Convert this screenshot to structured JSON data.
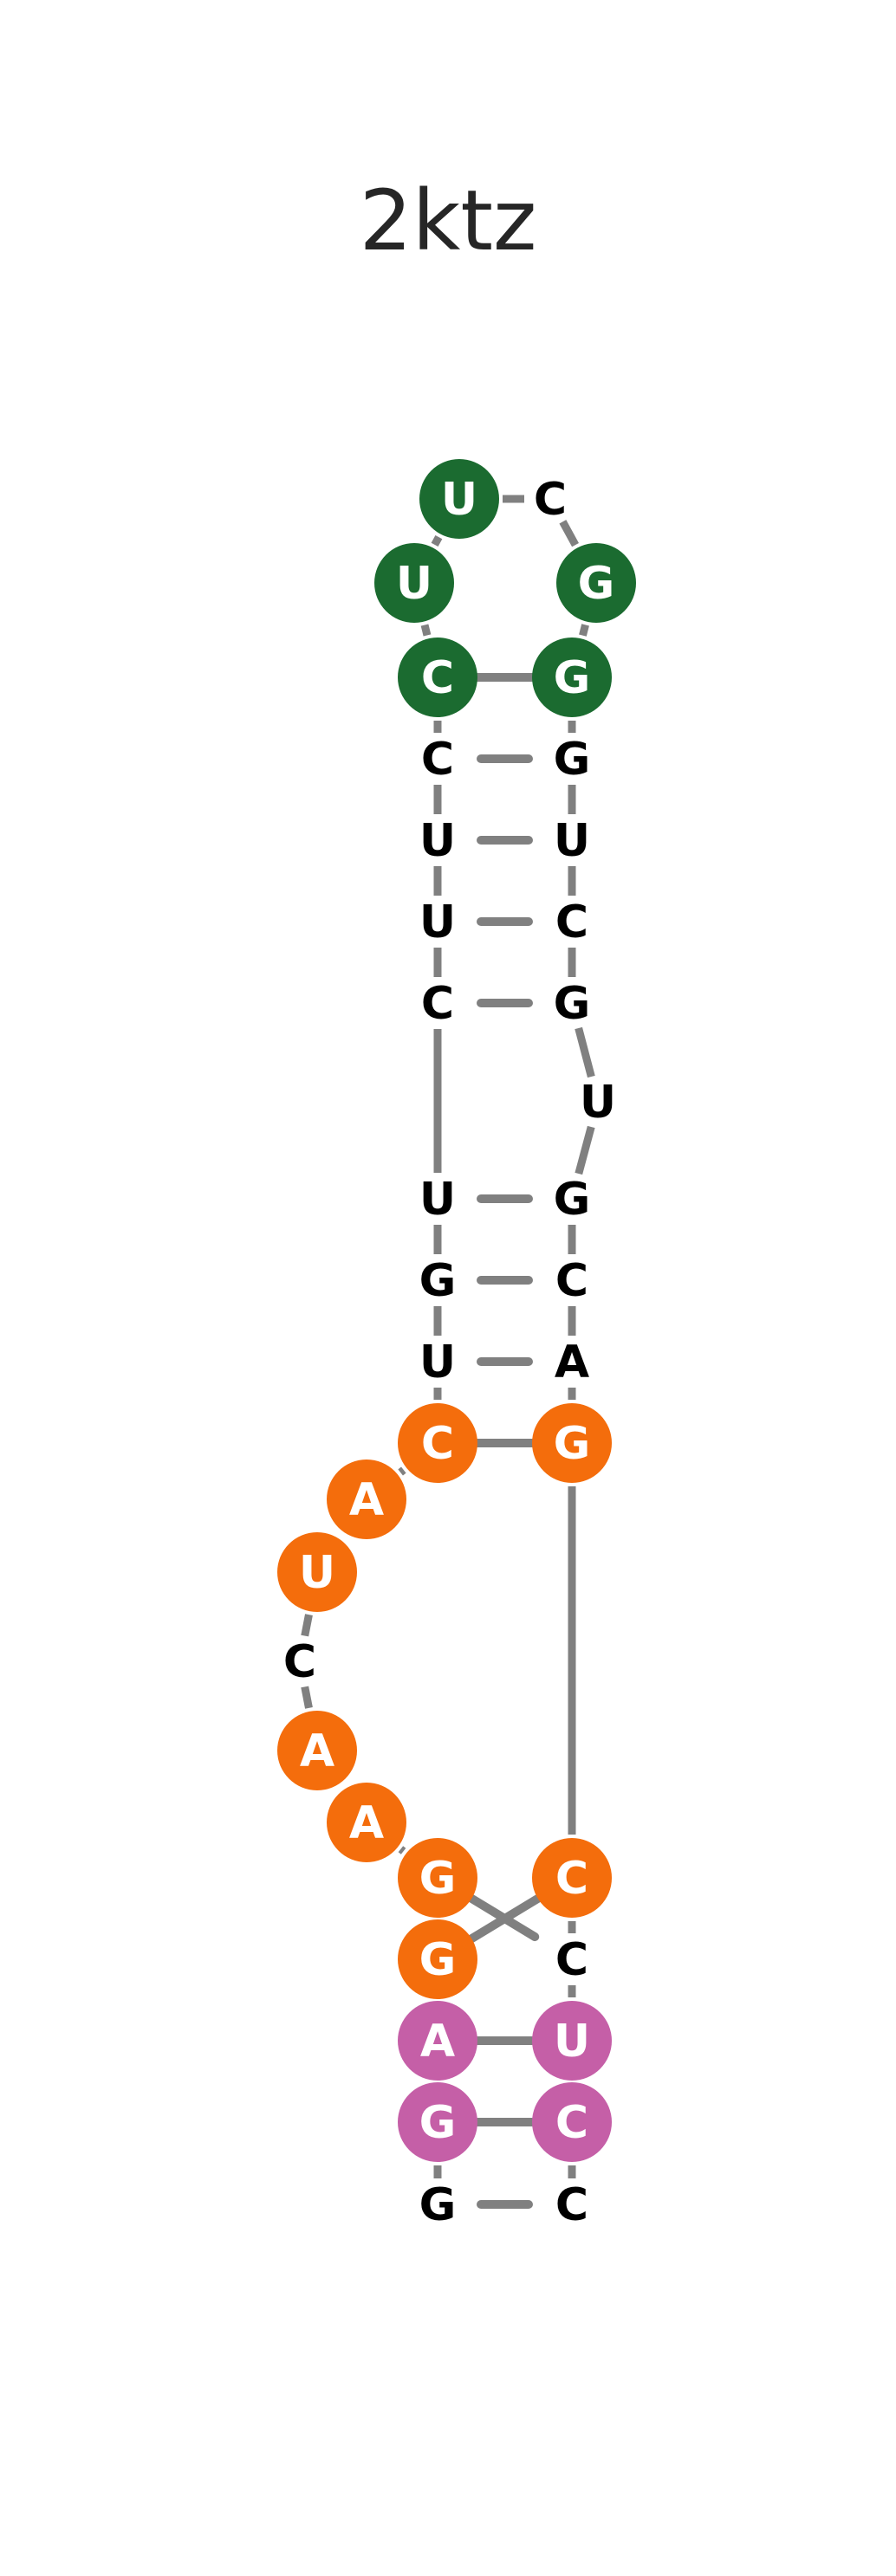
{
  "title": "2ktz",
  "colors": {
    "green": "#1b6b30",
    "orange": "#f46d0c",
    "pink": "#c55fa7",
    "line": "#808080",
    "plain_text": "#000000",
    "circle_text": "#ffffff"
  },
  "nucleotides": [
    {
      "letter": "G",
      "color": "none"
    },
    {
      "letter": "G",
      "color": "pink"
    },
    {
      "letter": "A",
      "color": "pink"
    },
    {
      "letter": "G",
      "color": "orange"
    },
    {
      "letter": "G",
      "color": "orange"
    },
    {
      "letter": "A",
      "color": "orange"
    },
    {
      "letter": "A",
      "color": "orange"
    },
    {
      "letter": "C",
      "color": "none"
    },
    {
      "letter": "U",
      "color": "orange"
    },
    {
      "letter": "A",
      "color": "orange"
    },
    {
      "letter": "C",
      "color": "orange"
    },
    {
      "letter": "U",
      "color": "none"
    },
    {
      "letter": "G",
      "color": "none"
    },
    {
      "letter": "U",
      "color": "none"
    },
    {
      "letter": "C",
      "color": "none"
    },
    {
      "letter": "U",
      "color": "none"
    },
    {
      "letter": "U",
      "color": "none"
    },
    {
      "letter": "C",
      "color": "none"
    },
    {
      "letter": "C",
      "color": "green"
    },
    {
      "letter": "U",
      "color": "green"
    },
    {
      "letter": "U",
      "color": "green"
    },
    {
      "letter": "C",
      "color": "none"
    },
    {
      "letter": "G",
      "color": "green"
    },
    {
      "letter": "G",
      "color": "green"
    },
    {
      "letter": "G",
      "color": "none"
    },
    {
      "letter": "U",
      "color": "none"
    },
    {
      "letter": "C",
      "color": "none"
    },
    {
      "letter": "G",
      "color": "none"
    },
    {
      "letter": "U",
      "color": "none"
    },
    {
      "letter": "G",
      "color": "none"
    },
    {
      "letter": "C",
      "color": "none"
    },
    {
      "letter": "A",
      "color": "none"
    },
    {
      "letter": "G",
      "color": "orange"
    },
    {
      "letter": "C",
      "color": "orange"
    },
    {
      "letter": "C",
      "color": "none"
    },
    {
      "letter": "U",
      "color": "pink"
    },
    {
      "letter": "C",
      "color": "pink"
    },
    {
      "letter": "C",
      "color": "none"
    }
  ],
  "pairs": [
    [
      0,
      37
    ],
    [
      1,
      36
    ],
    [
      2,
      35
    ],
    [
      3,
      33
    ],
    [
      4,
      34
    ],
    [
      10,
      32
    ],
    [
      11,
      31
    ],
    [
      12,
      30
    ],
    [
      13,
      29
    ],
    [
      14,
      27
    ],
    [
      15,
      26
    ],
    [
      16,
      25
    ],
    [
      17,
      24
    ],
    [
      18,
      23
    ]
  ]
}
